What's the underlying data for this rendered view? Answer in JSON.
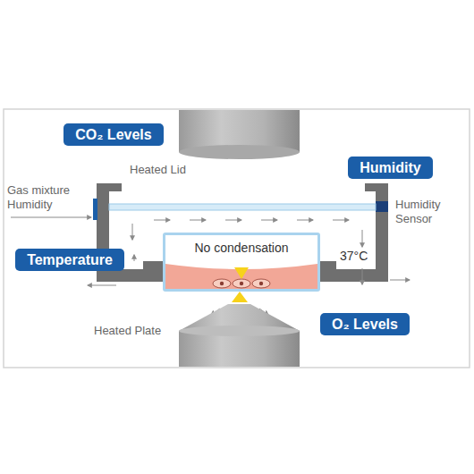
{
  "diagram": {
    "nodes": [
      {
        "text": [
          "CO₂ Levels"
        ]
      },
      {
        "text": [
          "Humidity"
        ]
      },
      {
        "text": [
          "Temperature"
        ]
      },
      {
        "text": [
          "No condensation"
        ]
      },
      {
        "text": [
          "O₂ Levels"
        ]
      }
    ],
    "labels": [
      "Heated Lid",
      "Gas mixture Humidity",
      "Humidity Sensor",
      "37°C",
      "Heated Plate"
    ]
  }
}
